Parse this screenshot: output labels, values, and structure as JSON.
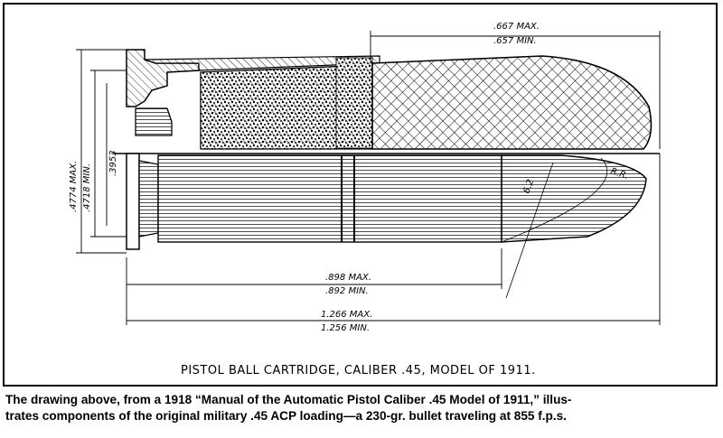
{
  "drawing": {
    "title": "PISTOL BALL CARTRIDGE, CALIBER .45, MODEL OF 1911.",
    "dimensions": {
      "bullet_diameter_max": ".667 MAX.",
      "bullet_diameter_min": ".657 MIN.",
      "rim_diameter_max": ".4774 MAX.",
      "rim_diameter_min": ".4718 MIN.",
      "case_body_diameter": ".3953",
      "case_length_max": ".898 MAX.",
      "case_length_min": ".892 MIN.",
      "overall_length_max": "1.266 MAX.",
      "overall_length_min": "1.256 MIN.",
      "ogive_radius_label": "R.R.",
      "ogive_value": "6.2"
    }
  },
  "caption": {
    "line1": "The drawing above, from a 1918 “Manual of the Automatic Pistol Caliber .45 Model of 1911,” illus-",
    "line2": "trates components of the original military .45 ACP loading—a 230-gr. bullet traveling at 855 f.p.s."
  }
}
